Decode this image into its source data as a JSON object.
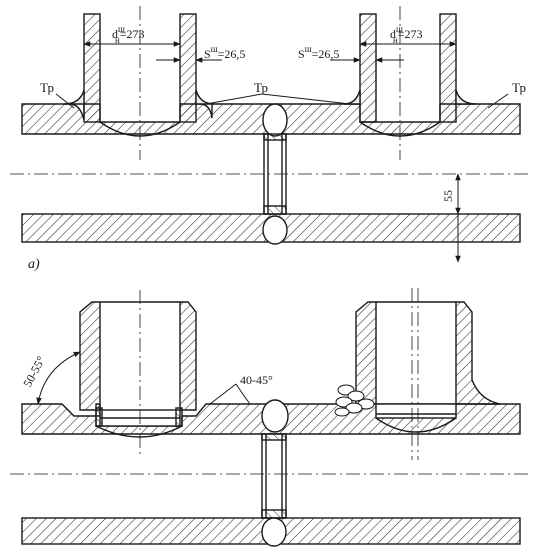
{
  "figure_a": {
    "panel_label": "а)",
    "dn_left": {
      "main": "d",
      "sup": "ш",
      "sub": "н",
      "value": "=273"
    },
    "dn_right": {
      "main": "d",
      "sup": "ш",
      "sub": "н",
      "value": "=273"
    },
    "s_left": {
      "main": "S",
      "sup": "ш",
      "value": "=26,5"
    },
    "s_right": {
      "main": "S",
      "sup": "ш",
      "value": "=26,5"
    },
    "tr_left": "Тр",
    "tr_center": "Тр",
    "tr_right": "Тр",
    "dim_55": "55"
  },
  "figure_b": {
    "angle_left": "50-55°",
    "angle_center": "40-45°"
  },
  "colors": {
    "line": "#1a1a1a",
    "hatch": "#2a2a2a",
    "background": "#ffffff"
  }
}
